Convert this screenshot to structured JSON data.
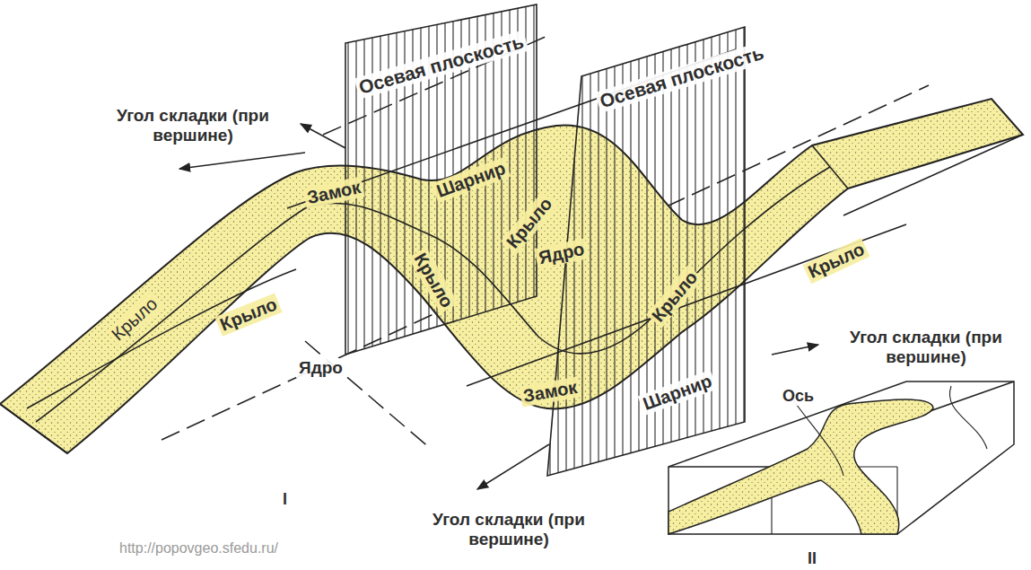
{
  "diagram": {
    "labels": [
      "Осевая плоскость",
      "Осевая плоскость",
      "Угол складки (при вершине)",
      "Угол складки (при вершине)",
      "Угол складки (при вершине)",
      "Шарнир",
      "Шарнир",
      "Замок",
      "Замок",
      "Крыло",
      "Крыло",
      "Крыло",
      "Крыло",
      "Ядро",
      "Ядро",
      "Крыло",
      "Крыло",
      "Ось",
      "I",
      "II",
      "http://popovgeo.sfedu.ru/"
    ]
  }
}
